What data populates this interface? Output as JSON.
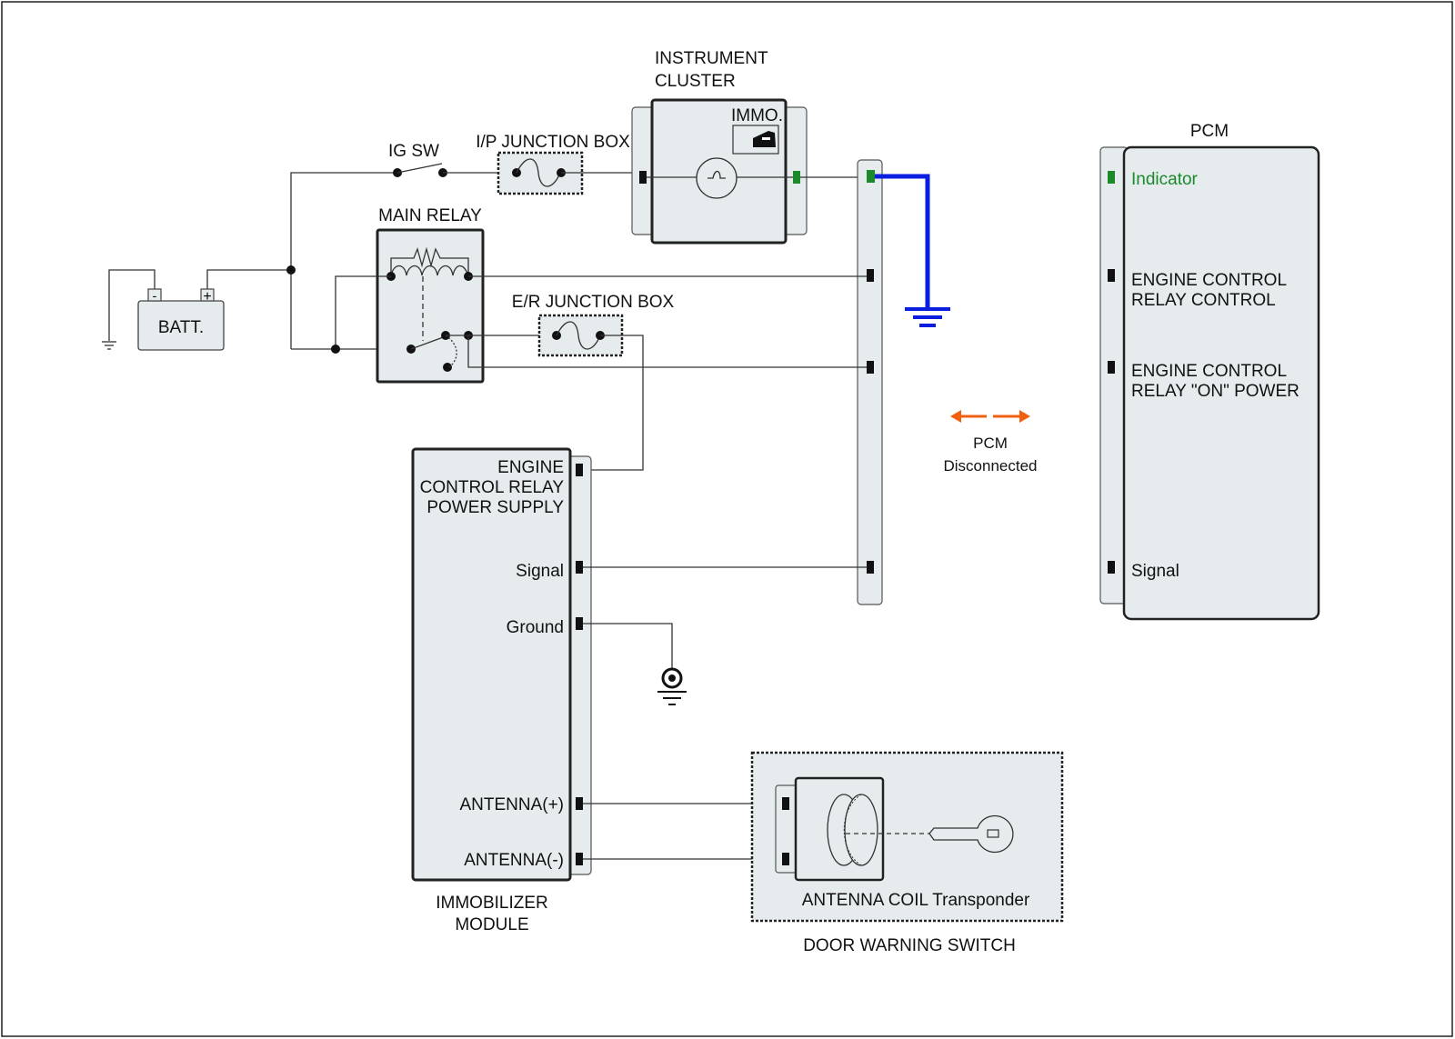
{
  "labels": {
    "instrument_cluster": [
      "INSTRUMENT",
      "CLUSTER"
    ],
    "immo": "IMMO.",
    "ig_sw": "IG SW",
    "ip_junction_box": "I/P JUNCTION BOX",
    "main_relay": "MAIN RELAY",
    "er_junction_box": "E/R JUNCTION BOX",
    "battery": "BATT.",
    "battery_neg": "-",
    "battery_pos": "+",
    "pcm_title": "PCM",
    "pcm_status": [
      "PCM",
      "Disconnected"
    ],
    "immobilizer_module": [
      "IMMOBILIZER",
      "MODULE"
    ],
    "antenna_coil": "ANTENNA COIL Transponder",
    "door_warning_switch": "DOOR WARNING SWITCH"
  },
  "immobilizer_pins": {
    "power_supply": [
      "ENGINE",
      "CONTROL RELAY",
      "POWER SUPPLY"
    ],
    "signal": "Signal",
    "ground": "Ground",
    "antenna_pos": "ANTENNA(+)",
    "antenna_neg": "ANTENNA(-)"
  },
  "pcm_pins": {
    "indicator": "Indicator",
    "relay_control": [
      "ENGINE CONTROL",
      "RELAY CONTROL"
    ],
    "relay_on_power": [
      "ENGINE CONTROL",
      "RELAY \"ON\" POWER"
    ],
    "signal": "Signal"
  },
  "colors": {
    "component_fill": "#e6ecee",
    "active_pin": "#1a8a2a",
    "ground_path": "#0a1ee0",
    "disconnect_arrow": "#f06010"
  }
}
